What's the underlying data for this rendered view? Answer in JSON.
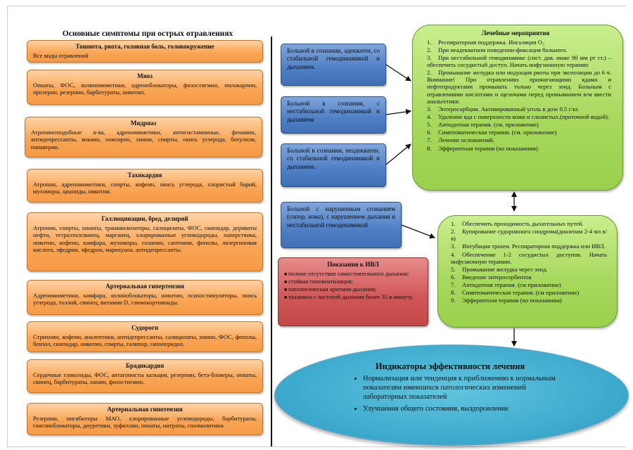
{
  "title": "Основные симптомы при острых отравлениях",
  "symptoms": [
    {
      "heading": "Тошнота, рвота, головная боль, головокружение",
      "text": "Все виды отравлений"
    },
    {
      "heading": "Миоз",
      "text": "Опиаты, ФОС, холиномиметики, адреноблокаторы, физостигмин, пилокарпин, прозерин, резерпин, барбитураты, никотин."
    },
    {
      "heading": "Мидриаз",
      "text": "Атропиноподобные в-ва, адреномиметики, антигистаминные, фенамин, антидепрессанты, кокаин, ноксирон, хинин, спирты, окись углерода, ботулизм, папаверин."
    },
    {
      "heading": "Тахикардия",
      "text": "Атропин, адреномиметики, спирты, кофеин, окись углерода, хлористый барий, мухоморы, цианиды, никотин."
    },
    {
      "heading": "Галлюцинации, бред, делирий",
      "text": "Атропин, спирты, опиаты, транквилизаторы, салицилаты, ФОС, скипидар, дериваты нефти, тетраэтилсвинец, марганец, хлорированные углеводороды, наперстянка, никотин, кофеин, камфара, мухоморы, соланин, сантонин, фенолы, лизергиновая кислота, эфедрин, эфедрон, марихуана, антидепрессанты."
    },
    {
      "heading": "Артериальная гипертензия",
      "text": "Адреномиметики, камфара, холиноблокаторы, никотин, психостимуляторы, окись углерода, таллий, свинец, витамин D, глюкокортикоиды."
    },
    {
      "heading": "Судороги",
      "text": "Стрихнин, кофеин, аналептики, антидепрессанты, салицилаты, хинин, ФОС, фенолы, бензол, скипидар, никотин, спирты, галипор, гапоперидол."
    },
    {
      "heading": "Брадикардия",
      "text": "Сердечные гликозиды, ФОС, антагонисты кальция, резерпин, бета-блокеры, опиаты, свинец, барбитураты, хинин, физостигмин."
    },
    {
      "heading": "Артериальная гипотензия",
      "text": "Резерпин, ингибиторы МАО, хлорированные углеводороды, барбитураты, ганглиоблокаторы, диуретики, эуфиллин, опиаты, нитраты, спазмолитики."
    }
  ],
  "states": [
    {
      "text": "Больной в сознании, адекватен, со стабильной гемодинамикой и дыханием."
    },
    {
      "text": "Больной в сознании, с нестабильной гемодинамикой и дыханием"
    },
    {
      "text": "Больной в сознании, неадекватен, со стабильной гемодинамикой и дыханием."
    },
    {
      "text": "Больной с нарушенным сознанием (сопор, кома), с нарушением дыхания и нестабильной гемодинамикой"
    }
  ],
  "ventilation": {
    "heading": "Показания к ИВЛ",
    "items": [
      "полное отсутствие самостоятельного дыхания;",
      "стойкая гиповентиляция;",
      "патологическая аритмия дыхания;",
      "тахипноэ с частотой дыхания более 35 в минуту."
    ]
  },
  "treatment": {
    "heading": "Лечебные мероприятия",
    "items": [
      {
        "num": "1.",
        "text": "Респираторная поддержка. Ингаляция О₂"
      },
      {
        "num": "2.",
        "text": "При неадекватном поведении-фиксация больного."
      },
      {
        "num": "3.",
        "text": "При нестабильной гемодинамике (сист. дав. ниже 90 мм рт ст.) –обеспечить сосудистый доступ. Начать инфузионную терапию"
      },
      {
        "num": "2.",
        "text": "Промывание желудка или индукция рвоты при экспозиции до 6 ч. Внимание! При отравлениях прижигающими ядами и нефтепродуктами промывать только через зонд. Больным с отравлениями кислотами и щелочами перед промыванием в/м ввести анальгетики."
      },
      {
        "num": "3.",
        "text": "Энтеросорбция. Активированный уголь в дозе 0.5 г/кг."
      },
      {
        "num": "4.",
        "text": "Удаление яда с поверхности кожи и слизистых.(проточной водой)."
      },
      {
        "num": "5.",
        "text": "Антидотная терапия. (см. приложение)"
      },
      {
        "num": "6.",
        "text": "Симптоматическая терапия. (см. приложение)"
      },
      {
        "num": "7.",
        "text": "Лечение осложнений."
      },
      {
        "num": "8.",
        "text": "Эфферентная терапия (по показаниям)"
      }
    ]
  },
  "critical": {
    "items": [
      {
        "num": "1.",
        "text": "Обеспечить проходимость дыхательных путей."
      },
      {
        "num": "2.",
        "text": "Купирование судорожного синдрома(диазепам 2-4 мл в/в)"
      },
      {
        "num": "3.",
        "text": "Интубация трахеи. Респираторная поддержка или ИВЛ."
      },
      {
        "num": "4.",
        "text": "Обеспечение 1-2 сосудистых доступов. Начать инфузионную терапию."
      },
      {
        "num": "5.",
        "text": "Промывание желудка через зонд."
      },
      {
        "num": "6.",
        "text": "Введение энтеросорбентов"
      },
      {
        "num": "7.",
        "text": "Антидотная терапия. (см приложение)"
      },
      {
        "num": "8.",
        "text": "Симптоматическая терапия. (см приложение)"
      },
      {
        "num": "9.",
        "text": "Эфферентная терапия (по показаниям)"
      }
    ]
  },
  "indicators": {
    "heading": "Индикаторы эффективности лечения",
    "items": [
      "Нормализация или тенденция к приближению к нормальным показателям имевшихся патологических изменений лабораторных показателей",
      "Улучшения общего состояния, выздоровление"
    ]
  },
  "colors": {
    "symptom": "#f59a45",
    "state": "#4f7fc4",
    "ventilation": "#cf5656",
    "treatment": "#a6d85c",
    "indicators": "#3aa8cc"
  }
}
